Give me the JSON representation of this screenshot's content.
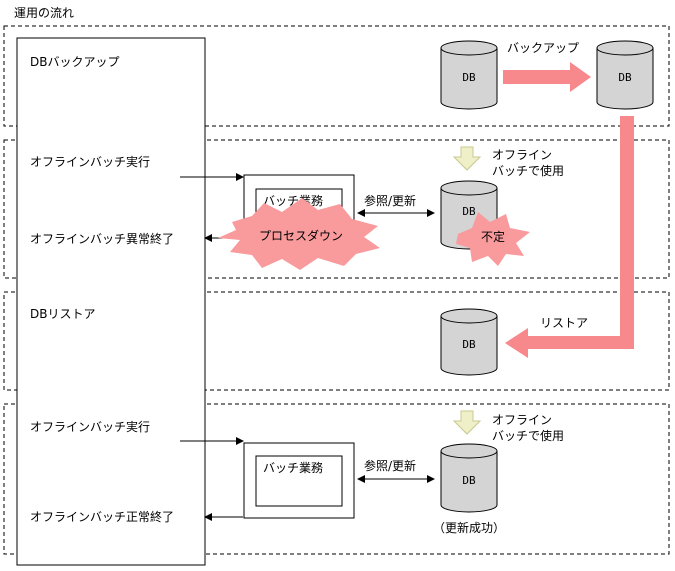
{
  "title": "運用の流れ",
  "sections": {
    "backup": {
      "label": "DBバックアップ"
    },
    "batch_fail": {
      "exec_label": "オフラインバッチ実行",
      "fail_label": "オフラインバッチ異常終了",
      "job_label": "バッチ業務",
      "access_label": "参照/更新",
      "crash_label": "プロセスダウン",
      "unavailable_label": "不定",
      "offline_use_line1": "オフライン",
      "offline_use_line2": "バッチで使用"
    },
    "restore": {
      "label": "DBリストア"
    },
    "batch_ok": {
      "exec_label": "オフラインバッチ実行",
      "ok_label": "オフラインバッチ正常終了",
      "job_label": "バッチ業務",
      "access_label": "参照/更新",
      "result_label": "（更新成功）",
      "offline_use_line1": "オフライン",
      "offline_use_line2": "バッチで使用"
    }
  },
  "arrows": {
    "backup_label": "バックアップ",
    "restore_label": "リストア"
  },
  "db_label": "DB",
  "colors": {
    "flow_arrow": "#f7888b",
    "burst": "#f99a9c",
    "hint_arrow": "#f0f0c8",
    "db_fill": "#d4d4d4",
    "border": "#000000"
  }
}
